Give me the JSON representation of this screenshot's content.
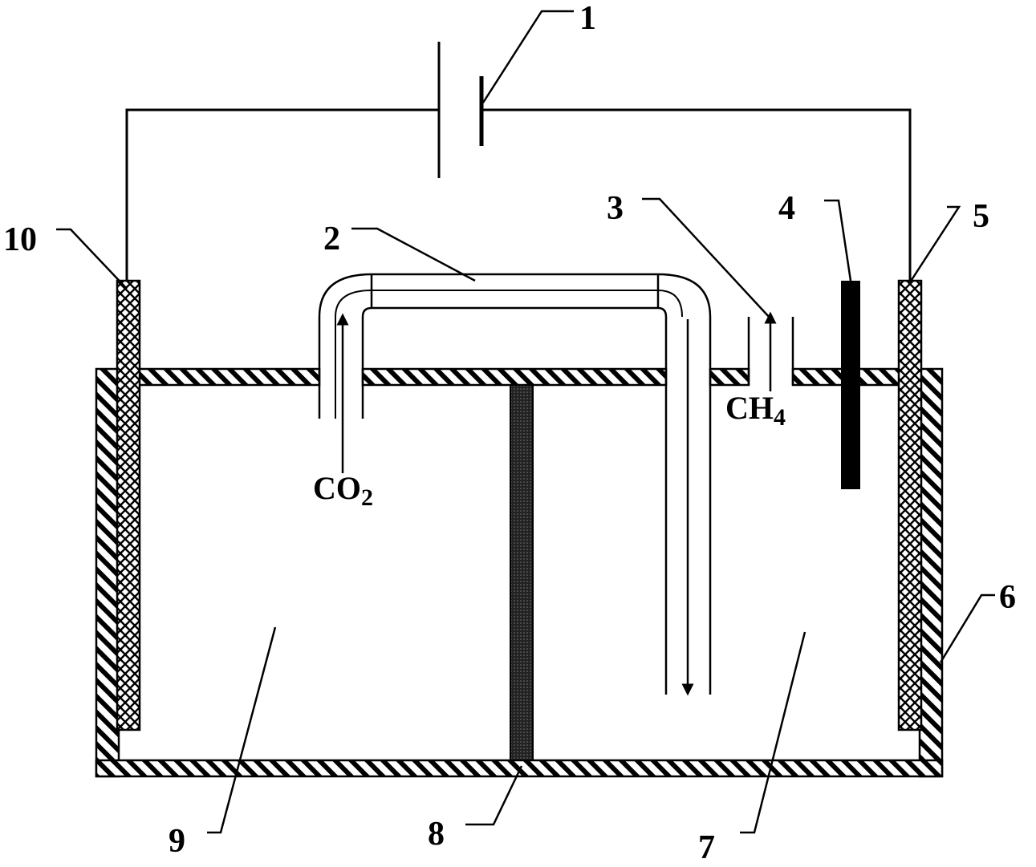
{
  "labels": {
    "l1": "1",
    "l2": "2",
    "l3": "3",
    "l4": "4",
    "l5": "5",
    "l6": "6",
    "l7": "7",
    "l8": "8",
    "l9": "9",
    "l10": "10"
  },
  "gases": {
    "inlet_main": "CO",
    "inlet_sub": "2",
    "outlet_main": "CH",
    "outlet_sub": "4"
  },
  "colors": {
    "line": "#000000",
    "background": "#ffffff"
  }
}
